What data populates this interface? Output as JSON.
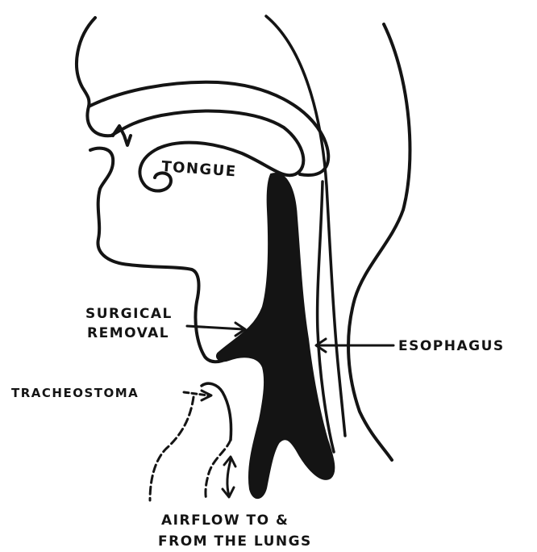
{
  "diagram": {
    "labels": {
      "tongue": "TONGUE",
      "surgical_line1": "SURGICAL",
      "surgical_line2": "REMOVAL",
      "esophagus": "ESOPHAGUS",
      "tracheostoma": "TRACHEOSTOMA",
      "airflow_line1": "AIRFLOW TO &",
      "airflow_line2": "FROM THE LUNGS"
    },
    "colors": {
      "ink": "#141414",
      "background": "#ffffff"
    }
  }
}
